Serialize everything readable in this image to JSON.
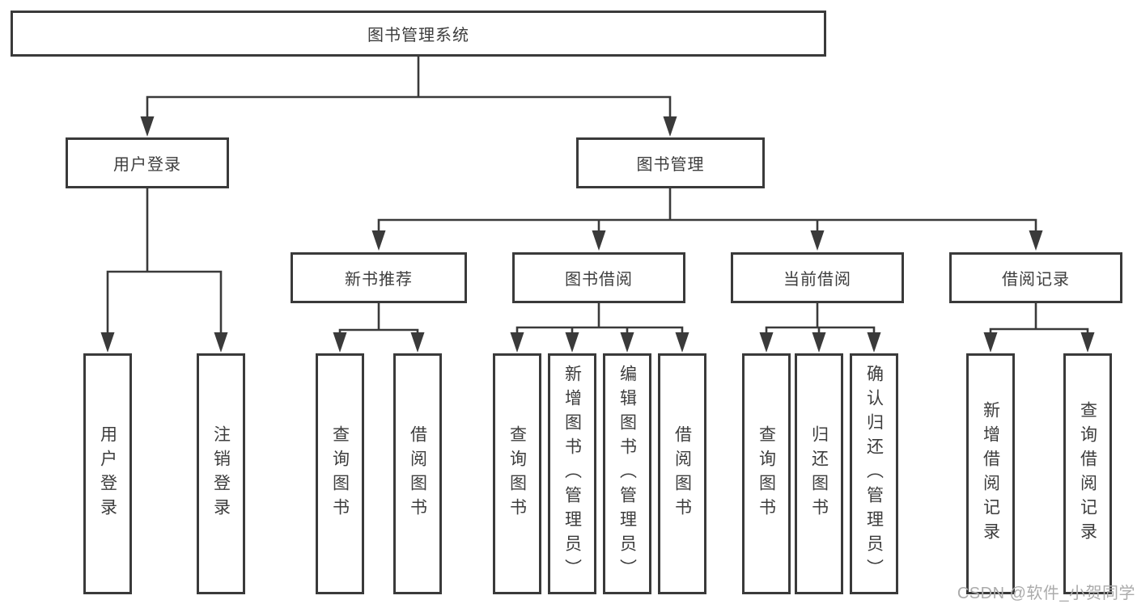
{
  "diagram": {
    "title": "图书管理系统",
    "branches": [
      {
        "label": "用户登录",
        "children": [
          {
            "label": "用户登录"
          },
          {
            "label": "注销登录"
          }
        ]
      },
      {
        "label": "图书管理",
        "children": [
          {
            "label": "新书推荐",
            "children": [
              {
                "label": "查询图书"
              },
              {
                "label": "借阅图书"
              }
            ]
          },
          {
            "label": "图书借阅",
            "children": [
              {
                "label": "查询图书"
              },
              {
                "label": "新增图书（管理员）"
              },
              {
                "label": "编辑图书（管理员）"
              },
              {
                "label": "借阅图书"
              }
            ]
          },
          {
            "label": "当前借阅",
            "children": [
              {
                "label": "查询图书"
              },
              {
                "label": "归还图书"
              },
              {
                "label": "确认归还（管理员）"
              }
            ]
          },
          {
            "label": "借阅记录",
            "children": [
              {
                "label": "新增借阅记录"
              },
              {
                "label": "查询借阅记录"
              }
            ]
          }
        ]
      }
    ]
  },
  "watermark": "CSDN @软件_小贺同学",
  "colors": {
    "line": "#3a3a3a",
    "box_border": "#3a3a3a",
    "text": "#3d3d3d",
    "background": "#ffffff",
    "watermark": "#ababab"
  }
}
